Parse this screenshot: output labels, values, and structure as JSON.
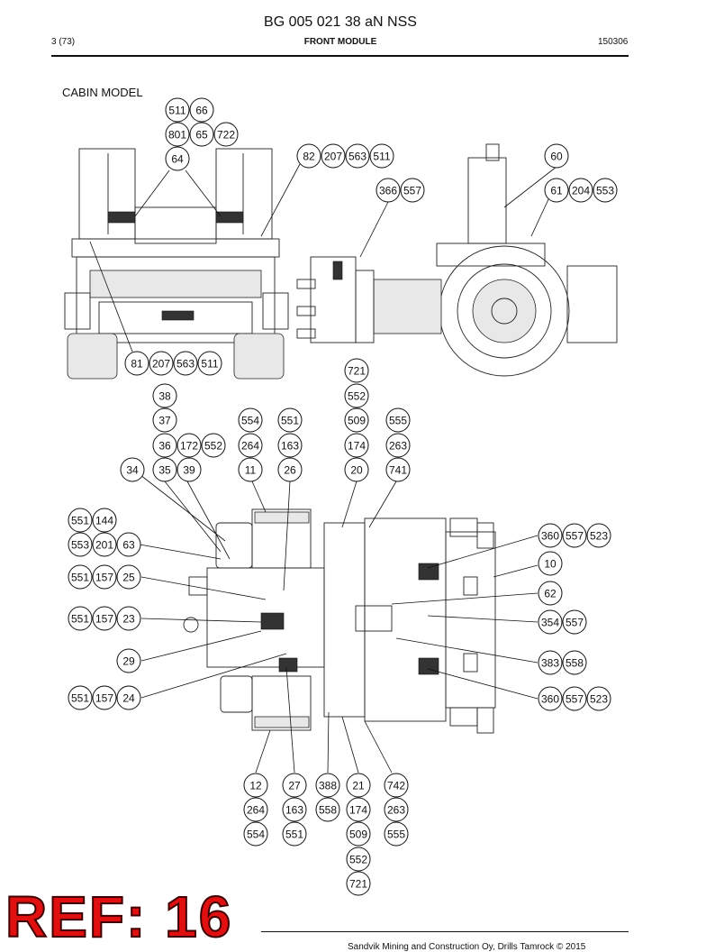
{
  "header": {
    "title": "BG 005 021 38 aN NSS",
    "page": "3 (73)",
    "section": "FRONT MODULE",
    "code": "150306"
  },
  "cabin_label": "CABIN MODEL",
  "callouts": [
    {
      "id": "a1",
      "label": "511"
    },
    {
      "id": "a2",
      "label": "66"
    },
    {
      "id": "a3",
      "label": "801"
    },
    {
      "id": "a4",
      "label": "65"
    },
    {
      "id": "a5",
      "label": "722"
    },
    {
      "id": "a6",
      "label": "64"
    },
    {
      "id": "b1",
      "label": "82"
    },
    {
      "id": "b2",
      "label": "207"
    },
    {
      "id": "b3",
      "label": "563"
    },
    {
      "id": "b4",
      "label": "511"
    },
    {
      "id": "c1",
      "label": "366"
    },
    {
      "id": "c2",
      "label": "557"
    },
    {
      "id": "d1",
      "label": "60"
    },
    {
      "id": "d2",
      "label": "61"
    },
    {
      "id": "d3",
      "label": "204"
    },
    {
      "id": "d4",
      "label": "553"
    },
    {
      "id": "e1",
      "label": "81"
    },
    {
      "id": "e2",
      "label": "207"
    },
    {
      "id": "e3",
      "label": "563"
    },
    {
      "id": "e4",
      "label": "511"
    },
    {
      "id": "f1",
      "label": "721"
    },
    {
      "id": "f2",
      "label": "552"
    },
    {
      "id": "f3",
      "label": "509"
    },
    {
      "id": "f4",
      "label": "174"
    },
    {
      "id": "f5",
      "label": "20"
    },
    {
      "id": "g1",
      "label": "38"
    },
    {
      "id": "g2",
      "label": "37"
    },
    {
      "id": "g3",
      "label": "36"
    },
    {
      "id": "g4",
      "label": "172"
    },
    {
      "id": "g5",
      "label": "552"
    },
    {
      "id": "g6",
      "label": "35"
    },
    {
      "id": "g7",
      "label": "39"
    },
    {
      "id": "g8",
      "label": "34"
    },
    {
      "id": "h1",
      "label": "554"
    },
    {
      "id": "h2",
      "label": "264"
    },
    {
      "id": "h3",
      "label": "11"
    },
    {
      "id": "i1",
      "label": "551"
    },
    {
      "id": "i2",
      "label": "163"
    },
    {
      "id": "i3",
      "label": "26"
    },
    {
      "id": "j1",
      "label": "555"
    },
    {
      "id": "j2",
      "label": "263"
    },
    {
      "id": "j3",
      "label": "741"
    },
    {
      "id": "k1",
      "label": "551"
    },
    {
      "id": "k2",
      "label": "144"
    },
    {
      "id": "k3",
      "label": "553"
    },
    {
      "id": "k4",
      "label": "201"
    },
    {
      "id": "k5",
      "label": "63"
    },
    {
      "id": "k6",
      "label": "551"
    },
    {
      "id": "k7",
      "label": "157"
    },
    {
      "id": "k8",
      "label": "25"
    },
    {
      "id": "k9",
      "label": "551"
    },
    {
      "id": "k10",
      "label": "157"
    },
    {
      "id": "k11",
      "label": "23"
    },
    {
      "id": "k12",
      "label": "29"
    },
    {
      "id": "k13",
      "label": "551"
    },
    {
      "id": "k14",
      "label": "157"
    },
    {
      "id": "k15",
      "label": "24"
    },
    {
      "id": "m1",
      "label": "360"
    },
    {
      "id": "m2",
      "label": "557"
    },
    {
      "id": "m3",
      "label": "523"
    },
    {
      "id": "m4",
      "label": "10"
    },
    {
      "id": "m5",
      "label": "62"
    },
    {
      "id": "m6",
      "label": "354"
    },
    {
      "id": "m7",
      "label": "557"
    },
    {
      "id": "m8",
      "label": "383"
    },
    {
      "id": "m9",
      "label": "558"
    },
    {
      "id": "m10",
      "label": "360"
    },
    {
      "id": "m11",
      "label": "557"
    },
    {
      "id": "m12",
      "label": "523"
    },
    {
      "id": "n1",
      "label": "12"
    },
    {
      "id": "n2",
      "label": "264"
    },
    {
      "id": "n3",
      "label": "554"
    },
    {
      "id": "n4",
      "label": "27"
    },
    {
      "id": "n5",
      "label": "163"
    },
    {
      "id": "n6",
      "label": "551"
    },
    {
      "id": "n7",
      "label": "388"
    },
    {
      "id": "n8",
      "label": "558"
    },
    {
      "id": "n9",
      "label": "21"
    },
    {
      "id": "n10",
      "label": "174"
    },
    {
      "id": "n11",
      "label": "509"
    },
    {
      "id": "n12",
      "label": "552"
    },
    {
      "id": "n13",
      "label": "721"
    },
    {
      "id": "n14",
      "label": "742"
    },
    {
      "id": "n15",
      "label": "263"
    },
    {
      "id": "n16",
      "label": "555"
    }
  ],
  "stamp": "REF: 16",
  "footer": "Sandvik Mining and Construction Oy, Drills Tamrock © 2015"
}
